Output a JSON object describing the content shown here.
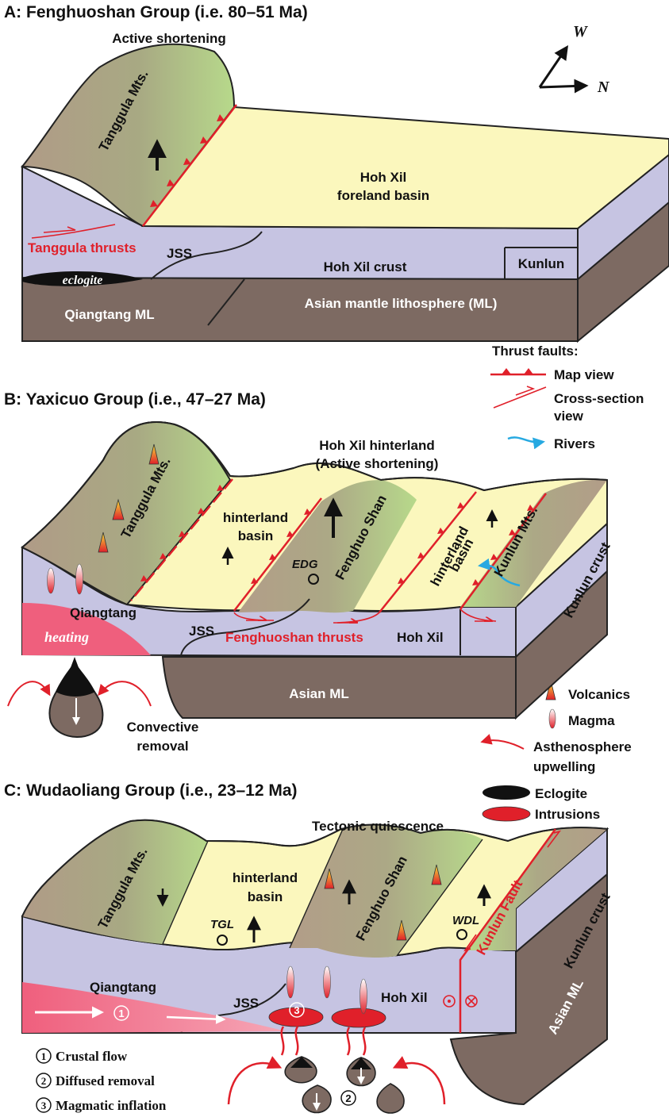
{
  "panel_a": {
    "title": "A: Fenghuoshan Group (i.e. 80–51 Ma)",
    "active": "Active shortening",
    "tanggula": "Tanggula Mts.",
    "basin_1": "Hoh Xil",
    "basin_2": "foreland basin",
    "thrusts": "Tanggula thrusts",
    "jss": "JSS",
    "crust": "Hoh Xil crust",
    "kunlun": "Kunlun",
    "eclogite": "eclogite",
    "qiangtang_ml": "Qiangtang ML",
    "asian_ml": "Asian mantle lithosphere (ML)"
  },
  "compass": {
    "w": "W",
    "n": "N"
  },
  "legend": {
    "thrust_faults": "Thrust faults:",
    "map_view": "Map view",
    "cross_1": "Cross-section",
    "cross_2": "view",
    "rivers": "Rivers",
    "volcanics": "Volcanics",
    "magma": "Magma",
    "astheno_1": "Asthenosphere",
    "astheno_2": "upwelling",
    "eclogite": "Eclogite",
    "intrusions": "Intrusions"
  },
  "panel_b": {
    "title": "B: Yaxicuo Group (i.e., 47–27 Ma)",
    "hinterland_1": "Hoh Xil hinterland",
    "hinterland_2": "(Active shortening)",
    "tanggula": "Tanggula Mts.",
    "hb1_1": "hinterland",
    "hb1_2": "basin",
    "edg": "EDG",
    "fenghuo": "Fenghuo Shan",
    "hb2_1": "hinterland",
    "hb2_2": "basin",
    "kunlun_mts": "Kunlun Mts.",
    "kunlun_crust": "Kunlun crust",
    "qiangtang": "Qiangtang",
    "heating": "heating",
    "jss": "JSS",
    "thrusts": "Fenghuoshan thrusts",
    "hohxil": "Hoh Xil",
    "asian_ml": "Asian ML",
    "conv_1": "Convective",
    "conv_2": "removal"
  },
  "panel_c": {
    "title": "C: Wudaoliang Group (i.e., 23–12 Ma)",
    "quiescence": "Tectonic quiescence",
    "tanggula": "Tanggula Mts.",
    "hb_1": "hinterland",
    "hb_2": "basin",
    "tgl": "TGL",
    "fenghuo": "Fenghuo Shan",
    "wdl": "WDL",
    "kunlun_fault": "Kunlun Fault",
    "kunlun_crust": "Kunlun crust",
    "asian_ml": "Asian ML",
    "qiangtang": "Qiangtang",
    "jss": "JSS",
    "hohxil": "Hoh Xil",
    "n1": "1",
    "n3": "3",
    "n2": "2",
    "crustal_flow": "Crustal flow",
    "diffused": "Diffused removal",
    "magmatic": "Magmatic inflation"
  },
  "colors": {
    "crust": "#c6c4e2",
    "mantle": "#7d6a62",
    "basin": "#fbf7bd",
    "mountain": "#b29d88",
    "thrust": "#e0202a",
    "heat": "#ef5f7d",
    "river": "#27a9e1"
  }
}
